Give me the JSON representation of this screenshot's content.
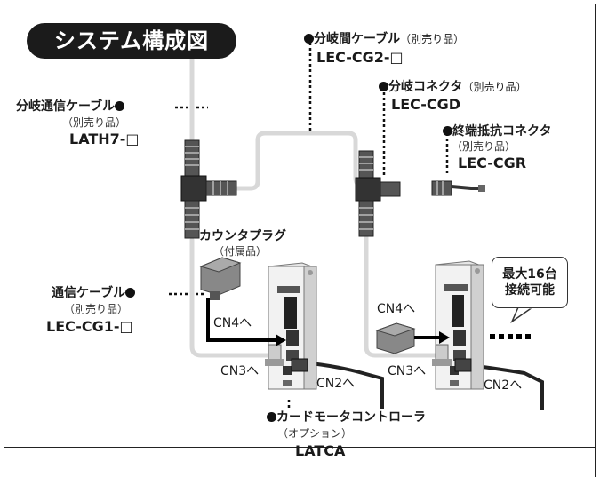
{
  "title": "システム構成図",
  "inter_branch_cable": {
    "name": "分岐間ケーブル",
    "note": "（別売り品）",
    "code": "LEC-CG2-□"
  },
  "branch_connector": {
    "name": "分岐コネクタ",
    "note": "（別売り品）",
    "code": "LEC-CGD"
  },
  "terminator": {
    "name": "終端抵抗コネクタ",
    "note": "（別売り品）",
    "code": "LEC-CGR"
  },
  "branch_comm_cable": {
    "name": "分岐通信ケーブル",
    "note": "（別売り品）",
    "code": "LATH7-□"
  },
  "counter_plug": {
    "name": "カウンタプラグ",
    "note": "（付属品）"
  },
  "comm_cable": {
    "name": "通信ケーブル",
    "note": "（別売り品）",
    "code": "LEC-CG1-□"
  },
  "card_motor_controller": {
    "name": "カードモータコントローラ",
    "note": "（オプション）",
    "code": "LATCA"
  },
  "port_labels": {
    "cn4": "CN4へ",
    "cn3": "CN3へ",
    "cn2": "CN2へ"
  },
  "max_units": {
    "line1": "最大16台",
    "line2": "接続可能"
  },
  "colors": {
    "cable": "#d7d7d7",
    "accent": "#111111"
  }
}
